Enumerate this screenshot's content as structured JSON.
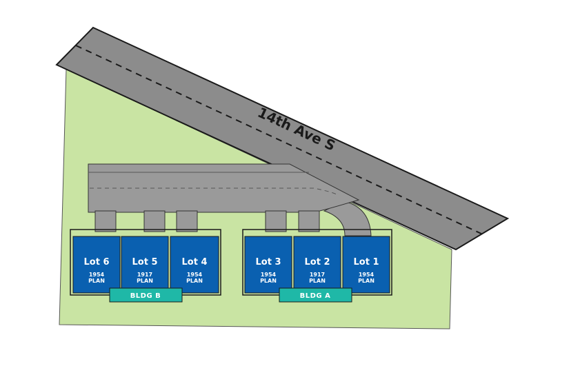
{
  "street": {
    "name": "14th Ave S"
  },
  "colors": {
    "parcel": "#c9e4a3",
    "road": "#8c8c8c",
    "driveway": "#9a9a9a",
    "lot": "#0a60b0",
    "building_label": "#1fb8a7",
    "outline": "#1a1a1a"
  },
  "lots": [
    {
      "name": "Lot 6",
      "year": "1954",
      "plan": "PLAN"
    },
    {
      "name": "Lot 5",
      "year": "1917",
      "plan": "PLAN"
    },
    {
      "name": "Lot 4",
      "year": "1954",
      "plan": "PLAN"
    },
    {
      "name": "Lot 3",
      "year": "1954",
      "plan": "PLAN"
    },
    {
      "name": "Lot 2",
      "year": "1917",
      "plan": "PLAN"
    },
    {
      "name": "Lot 1",
      "year": "1954",
      "plan": "PLAN"
    }
  ],
  "buildings": [
    {
      "label": "BLDG B"
    },
    {
      "label": "BLDG A"
    }
  ]
}
